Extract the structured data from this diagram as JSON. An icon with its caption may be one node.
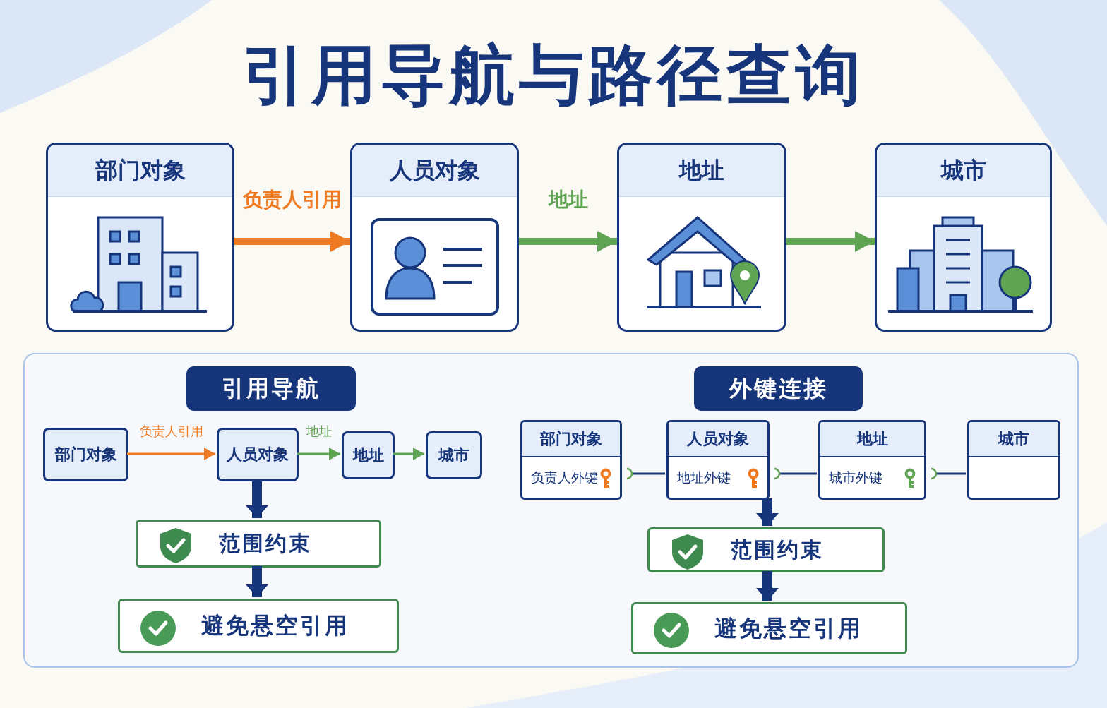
{
  "diagram": {
    "title": "引用导航与路径查询",
    "nodes": [
      {
        "text": [
          "部门对象"
        ]
      },
      {
        "text": [
          "人员对象"
        ]
      },
      {
        "text": [
          "地址"
        ]
      },
      {
        "text": [
          "城市"
        ]
      },
      {
        "text": [],
        "shape": "box"
      },
      {
        "text": [
          "引用导航"
        ],
        "in": 4
      },
      {
        "text": [
          "部门对象"
        ],
        "in": 4
      },
      {
        "text": [
          "人员对象"
        ],
        "in": 4
      },
      {
        "text": [
          "地址"
        ],
        "in": 4
      },
      {
        "text": [
          "城市"
        ],
        "in": 4
      },
      {
        "text": [
          "范围约束"
        ],
        "in": 4
      },
      {
        "text": [
          "避免悬空引用"
        ],
        "in": 4
      },
      {
        "text": [
          "外键连接"
        ],
        "in": 4
      },
      {
        "text": [
          "部门对象",
          "负责人外键"
        ],
        "in": 4
      },
      {
        "text": [
          "人员对象",
          "地址外键"
        ],
        "in": 4
      },
      {
        "text": [
          "地址",
          "城市外键"
        ],
        "in": 4
      },
      {
        "text": [
          "城市"
        ],
        "in": 4
      },
      {
        "text": [
          "范围约束"
        ],
        "in": 4
      },
      {
        "text": [
          "避免悬空引用"
        ],
        "in": 4
      }
    ],
    "edges": [
      {
        "from": 0,
        "to": 1,
        "arrow": "to",
        "label": "负责人引用",
        "color": "#ee7a22"
      },
      {
        "from": 1,
        "to": 2,
        "arrow": "to",
        "label": "地址",
        "color": "#5fa453"
      },
      {
        "from": 2,
        "to": 3,
        "arrow": "to",
        "color": "#5fa453"
      },
      {
        "from": 6,
        "to": 7,
        "arrow": "to",
        "label": "负责人引用",
        "color": "#ee7a22"
      },
      {
        "from": 7,
        "to": 8,
        "arrow": "to",
        "label": "地址",
        "color": "#5fa453"
      },
      {
        "from": 8,
        "to": 9,
        "arrow": "to",
        "color": "#5fa453"
      },
      {
        "from": 7,
        "to": 10,
        "arrow": "to"
      },
      {
        "from": 10,
        "to": 11,
        "arrow": "to"
      },
      {
        "from": 13,
        "to": 14,
        "arrow": "other"
      },
      {
        "from": 14,
        "to": 15,
        "arrow": "other"
      },
      {
        "from": 15,
        "to": 16,
        "arrow": "other"
      },
      {
        "from": 14,
        "to": 17,
        "arrow": "to"
      },
      {
        "from": 17,
        "to": 18,
        "arrow": "to"
      }
    ]
  }
}
